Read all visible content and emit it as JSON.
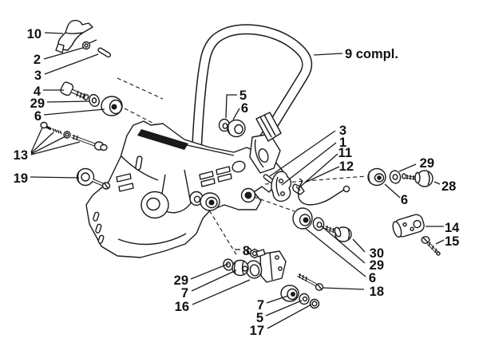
{
  "diagram": {
    "kind": "exploded-parts-diagram",
    "subject": "handlebar / front-handle assembly exploded view",
    "assembly_callout": "9 compl.",
    "colors": {
      "line": "#1a1a1a",
      "background": "#ffffff"
    },
    "callouts": [
      {
        "ref": "10"
      },
      {
        "ref": "2"
      },
      {
        "ref": "3"
      },
      {
        "ref": "4"
      },
      {
        "ref": "29"
      },
      {
        "ref": "6"
      },
      {
        "ref": "13"
      },
      {
        "ref": "19"
      },
      {
        "ref": "5"
      },
      {
        "ref": "6"
      },
      {
        "ref": "9 compl."
      },
      {
        "ref": "3"
      },
      {
        "ref": "1"
      },
      {
        "ref": "11"
      },
      {
        "ref": "12"
      },
      {
        "ref": "29"
      },
      {
        "ref": "28"
      },
      {
        "ref": "6"
      },
      {
        "ref": "14"
      },
      {
        "ref": "15"
      },
      {
        "ref": "30"
      },
      {
        "ref": "29"
      },
      {
        "ref": "6"
      },
      {
        "ref": "18"
      },
      {
        "ref": "8"
      },
      {
        "ref": "29"
      },
      {
        "ref": "7"
      },
      {
        "ref": "16"
      },
      {
        "ref": "7"
      },
      {
        "ref": "5"
      },
      {
        "ref": "17"
      }
    ]
  }
}
